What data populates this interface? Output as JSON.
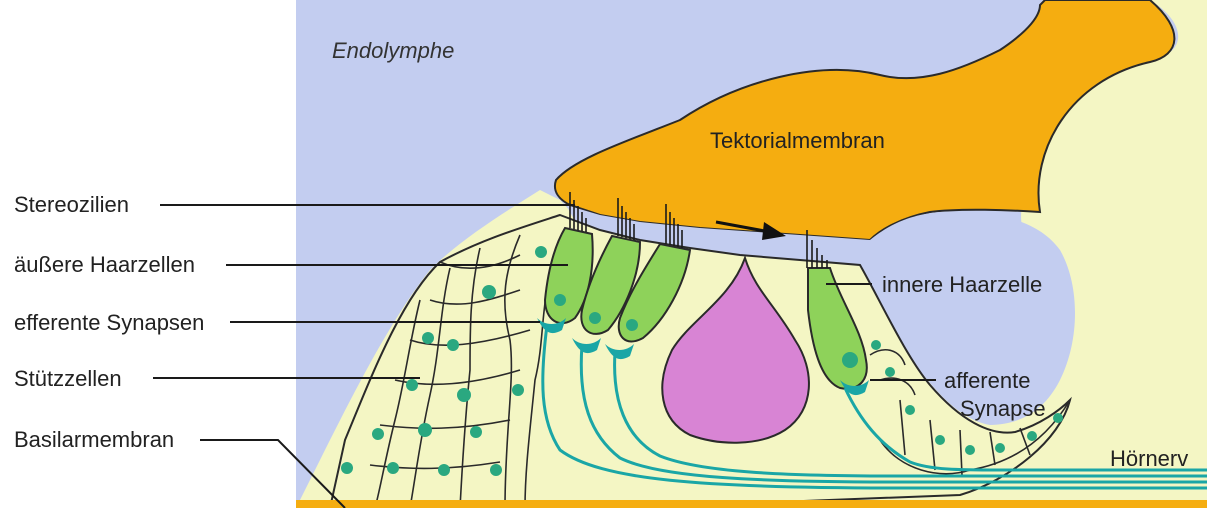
{
  "diagram": {
    "colors": {
      "endolymph": "#c3cdf0",
      "tectorial": "#f5ad10",
      "tissue": "#f4f6c4",
      "hair_cell": "#8ed25a",
      "pillar": "#d884d4",
      "nerve": "#1aa6a6",
      "nucleus": "#2aa880"
    },
    "labels": {
      "endolymph": "Endolymphe",
      "tectorial": "Tektorialmembran",
      "stereocilia": "Stereozilien",
      "outer_hair_cells": "äußere Haarzellen",
      "efferent_synapses": "efferente Synapsen",
      "supporting_cells": "Stützzellen",
      "basilar": "Basilarmembran",
      "inner_hair_cell": "innere Haarzelle",
      "afferent_line1": "afferente",
      "afferent_line2": "Synapse",
      "auditory_nerve": "Hörnerv"
    }
  }
}
